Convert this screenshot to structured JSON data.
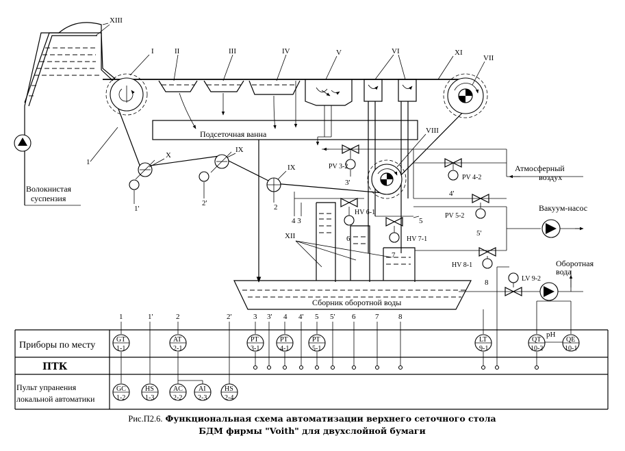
{
  "labels": {
    "roman": [
      "I",
      "II",
      "III",
      "IV",
      "V",
      "VI",
      "VII",
      "VIII",
      "IX",
      "IX",
      "X",
      "XI",
      "XII",
      "XIII"
    ],
    "vat": "Подсеточная ванна",
    "atm1": "Атмосферный",
    "atm2": "воздух",
    "vacuum": "Вакуум-насос",
    "fiber1": "Волокнистая",
    "fiber2": "суспензия",
    "collector": "Сборник оборотной воды",
    "return1": "Оборотная",
    "return2": "вода",
    "ph": "pH"
  },
  "valves": {
    "pv32": "PV 3-2",
    "pv42": "PV 4-2",
    "pv52": "PV 5-2",
    "hv61": "HV 6-1",
    "hv71": "HV 7-1",
    "hv81": "HV 8-1",
    "lv92": "LV 9-2"
  },
  "points": [
    "1",
    "1'",
    "2",
    "2'",
    "3",
    "3'",
    "4",
    "4'",
    "5",
    "5'",
    "6",
    "7",
    "8",
    "4 3",
    "5"
  ],
  "instruments": {
    "field": [
      {
        "top": "GT",
        "bot": "1-1"
      },
      {
        "top": "AT",
        "bot": "2-1"
      },
      {
        "top": "PT",
        "bot": "3-1"
      },
      {
        "top": "PT",
        "bot": "4-1"
      },
      {
        "top": "PT",
        "bot": "5-1"
      },
      {
        "top": "LT",
        "bot": "9-1"
      },
      {
        "top": "QT",
        "bot": "10-2"
      },
      {
        "top": "QE",
        "bot": "10-1"
      }
    ],
    "panel": [
      {
        "top": "GC",
        "bot": "1-2"
      },
      {
        "top": "HS",
        "bot": "1-3"
      },
      {
        "top": "AC",
        "bot": "2-2"
      },
      {
        "top": "AI",
        "bot": "2-3"
      },
      {
        "top": "HS",
        "bot": "2-4"
      }
    ]
  },
  "table": {
    "row1": "Приборы по месту",
    "row2": "ПТК",
    "row3a": "Пульт упранения",
    "row3b": "локальной автоматики"
  },
  "caption": {
    "prefix": "Рис.П2.6.",
    "line1": "Функциональная схема автоматизации верхнего сеточного стола",
    "line2": "БДМ фирмы \"Voith\" для двухслойной бумаги"
  }
}
